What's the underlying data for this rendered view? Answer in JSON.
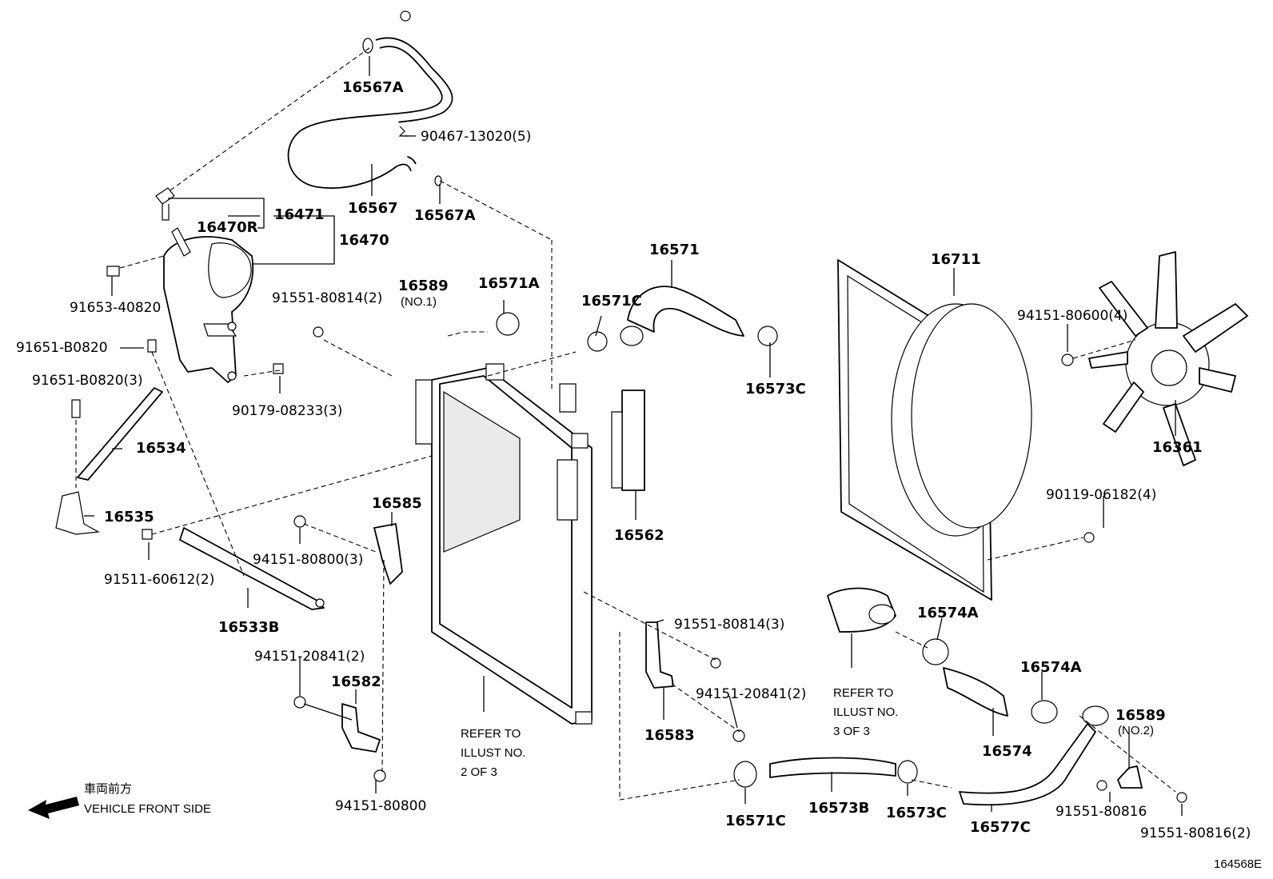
{
  "labels": {
    "p16567A_top": "16567A",
    "p90467": "90467-13020(5)",
    "p16567": "16567",
    "p16567A_right": "16567A",
    "p16471": "16471",
    "p16470R": "16470R",
    "p16470": "16470",
    "p91653": "91653-40820",
    "p91651a": "91651-B0820",
    "p91651b": "91651-B0820(3)",
    "p90179": "90179-08233(3)",
    "p16534": "16534",
    "p16535": "16535",
    "p91511": "91511-60612(2)",
    "p16533B": "16533B",
    "p91551_2": "91551-80814(2)",
    "p16589_no1": "16589",
    "p16589_no1_sub": "(NO.1)",
    "p16571A": "16571A",
    "p16571C_top": "16571C",
    "p16571": "16571",
    "p16573C_top": "16573C",
    "p16711": "16711",
    "p94151_600": "94151-80600(4)",
    "p16361": "16361",
    "p16562": "16562",
    "p16585": "16585",
    "p94151_800_3": "94151-80800(3)",
    "p90119": "90119-06182(4)",
    "p91551_3": "91551-80814(3)",
    "p16574A_top": "16574A",
    "p16574A_right": "16574A",
    "p94151_20841_2a": "94151-20841(2)",
    "p16582": "16582",
    "p94151_20841_2b": "94151-20841(2)",
    "p16583": "16583",
    "p16574": "16574",
    "p16589_no2": "16589",
    "p16589_no2_sub": "(NO.2)",
    "p94151_800": "94151-80800",
    "p16571C_bottom": "16571C",
    "p16573B": "16573B",
    "p16573C_bottom": "16573C",
    "p16577C": "16577C",
    "p91551_816": "91551-80816",
    "p91551_816_2": "91551-80816(2)",
    "refer_2_line1": "REFER TO",
    "refer_2_line2": "ILLUST NO.",
    "refer_2_line3": "2 OF 3",
    "refer_3_line1": "REFER TO",
    "refer_3_line2": "ILLUST NO.",
    "refer_3_line3": "3 OF 3",
    "front_jp": "車両前方",
    "front_en": "VEHICLE FRONT SIDE",
    "diagram_id": "164568E"
  },
  "colors": {
    "ink": "#000000",
    "paper": "#ffffff"
  }
}
